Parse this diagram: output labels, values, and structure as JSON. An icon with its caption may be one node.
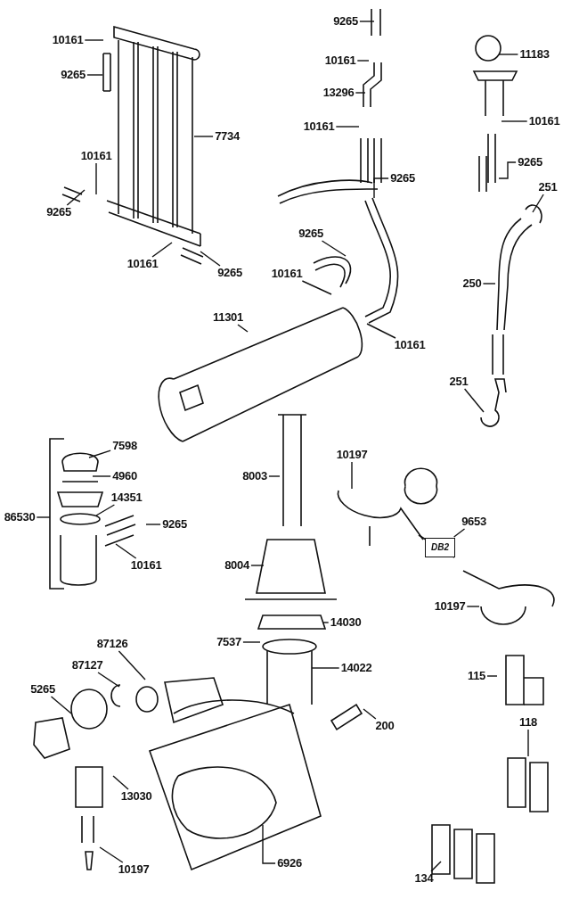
{
  "diagram": {
    "nodes": [
      {
        "text": [
          "10161"
        ]
      },
      {
        "text": [
          "9265"
        ]
      },
      {
        "text": [
          "7734"
        ]
      },
      {
        "text": [
          "10161"
        ]
      },
      {
        "text": [
          "9265"
        ]
      },
      {
        "text": [
          "10161"
        ]
      },
      {
        "text": [
          "9265"
        ]
      },
      {
        "text": [
          "9265"
        ]
      },
      {
        "text": [
          "10161"
        ]
      },
      {
        "text": [
          "13296"
        ]
      },
      {
        "text": [
          "10161"
        ]
      },
      {
        "text": [
          "9265"
        ]
      },
      {
        "text": [
          "9265"
        ]
      },
      {
        "text": [
          "10161"
        ]
      },
      {
        "text": [
          "11301"
        ]
      },
      {
        "text": [
          "10161"
        ]
      },
      {
        "text": [
          "11183"
        ]
      },
      {
        "text": [
          "10161"
        ]
      },
      {
        "text": [
          "9265"
        ]
      },
      {
        "text": [
          "251"
        ]
      },
      {
        "text": [
          "250"
        ]
      },
      {
        "text": [
          "251"
        ]
      },
      {
        "text": [
          "86530"
        ]
      },
      {
        "text": [
          "7598"
        ]
      },
      {
        "text": [
          "4960"
        ]
      },
      {
        "text": [
          "14351"
        ]
      },
      {
        "text": [
          "9265"
        ]
      },
      {
        "text": [
          "10161"
        ]
      },
      {
        "text": [
          "8003"
        ]
      },
      {
        "text": [
          "10197"
        ]
      },
      {
        "text": [
          "9653"
        ]
      },
      {
        "text": [
          "10197"
        ]
      },
      {
        "text": [
          "8004"
        ]
      },
      {
        "text": [
          "14030"
        ]
      },
      {
        "text": [
          "87126"
        ]
      },
      {
        "text": [
          "7537"
        ]
      },
      {
        "text": [
          "87127"
        ]
      },
      {
        "text": [
          "14022"
        ]
      },
      {
        "text": [
          "5265"
        ]
      },
      {
        "text": [
          "115"
        ]
      },
      {
        "text": [
          "200"
        ]
      },
      {
        "text": [
          "118"
        ]
      },
      {
        "text": [
          "13030"
        ]
      },
      {
        "text": [
          "6926"
        ]
      },
      {
        "text": [
          "10197"
        ]
      },
      {
        "text": [
          "134"
        ]
      },
      {
        "text": [
          "DB2"
        ]
      }
    ],
    "edges": [
      {
        "from": 0,
        "to": null,
        "arrow": "none"
      },
      {
        "from": 1,
        "to": null,
        "arrow": "none"
      },
      {
        "from": 2,
        "to": null,
        "arrow": "none"
      },
      {
        "from": 3,
        "to": null,
        "arrow": "none"
      },
      {
        "from": 4,
        "to": null,
        "arrow": "none"
      },
      {
        "from": 5,
        "to": null,
        "arrow": "none"
      },
      {
        "from": 6,
        "to": null,
        "arrow": "none"
      },
      {
        "from": 7,
        "to": null,
        "arrow": "none"
      },
      {
        "from": 8,
        "to": null,
        "arrow": "none"
      },
      {
        "from": 9,
        "to": null,
        "arrow": "none"
      },
      {
        "from": 10,
        "to": null,
        "arrow": "none"
      },
      {
        "from": 11,
        "to": null,
        "arrow": "none"
      },
      {
        "from": 12,
        "to": null,
        "arrow": "none"
      },
      {
        "from": 13,
        "to": null,
        "arrow": "none"
      },
      {
        "from": 14,
        "to": null,
        "arrow": "none"
      },
      {
        "from": 15,
        "to": null,
        "arrow": "none"
      },
      {
        "from": 16,
        "to": null,
        "arrow": "none"
      },
      {
        "from": 17,
        "to": null,
        "arrow": "none"
      },
      {
        "from": 18,
        "to": null,
        "arrow": "none"
      },
      {
        "from": 19,
        "to": null,
        "arrow": "none"
      },
      {
        "from": 20,
        "to": null,
        "arrow": "none"
      },
      {
        "from": 21,
        "to": null,
        "arrow": "none"
      },
      {
        "from": 22,
        "to": null,
        "arrow": "none"
      },
      {
        "from": 23,
        "to": null,
        "arrow": "none"
      },
      {
        "from": 24,
        "to": null,
        "arrow": "none"
      },
      {
        "from": 25,
        "to": null,
        "arrow": "none"
      },
      {
        "from": 26,
        "to": null,
        "arrow": "none"
      },
      {
        "from": 27,
        "to": null,
        "arrow": "none"
      },
      {
        "from": 28,
        "to": null,
        "arrow": "none"
      },
      {
        "from": 29,
        "to": null,
        "arrow": "none"
      },
      {
        "from": 30,
        "to": 46,
        "arrow": "none"
      },
      {
        "from": 31,
        "to": null,
        "arrow": "none"
      },
      {
        "from": 32,
        "to": null,
        "arrow": "none"
      },
      {
        "from": 33,
        "to": null,
        "arrow": "none"
      },
      {
        "from": 34,
        "to": null,
        "arrow": "none"
      },
      {
        "from": 35,
        "to": null,
        "arrow": "none"
      },
      {
        "from": 36,
        "to": null,
        "arrow": "none"
      },
      {
        "from": 37,
        "to": null,
        "arrow": "none"
      },
      {
        "from": 38,
        "to": null,
        "arrow": "none"
      },
      {
        "from": 39,
        "to": null,
        "arrow": "none"
      },
      {
        "from": 40,
        "to": null,
        "arrow": "none"
      },
      {
        "from": 41,
        "to": null,
        "arrow": "none"
      },
      {
        "from": 42,
        "to": null,
        "arrow": "none"
      },
      {
        "from": 43,
        "to": null,
        "arrow": "none"
      },
      {
        "from": 44,
        "to": null,
        "arrow": "none"
      },
      {
        "from": 45,
        "to": null,
        "arrow": "none"
      }
    ]
  }
}
